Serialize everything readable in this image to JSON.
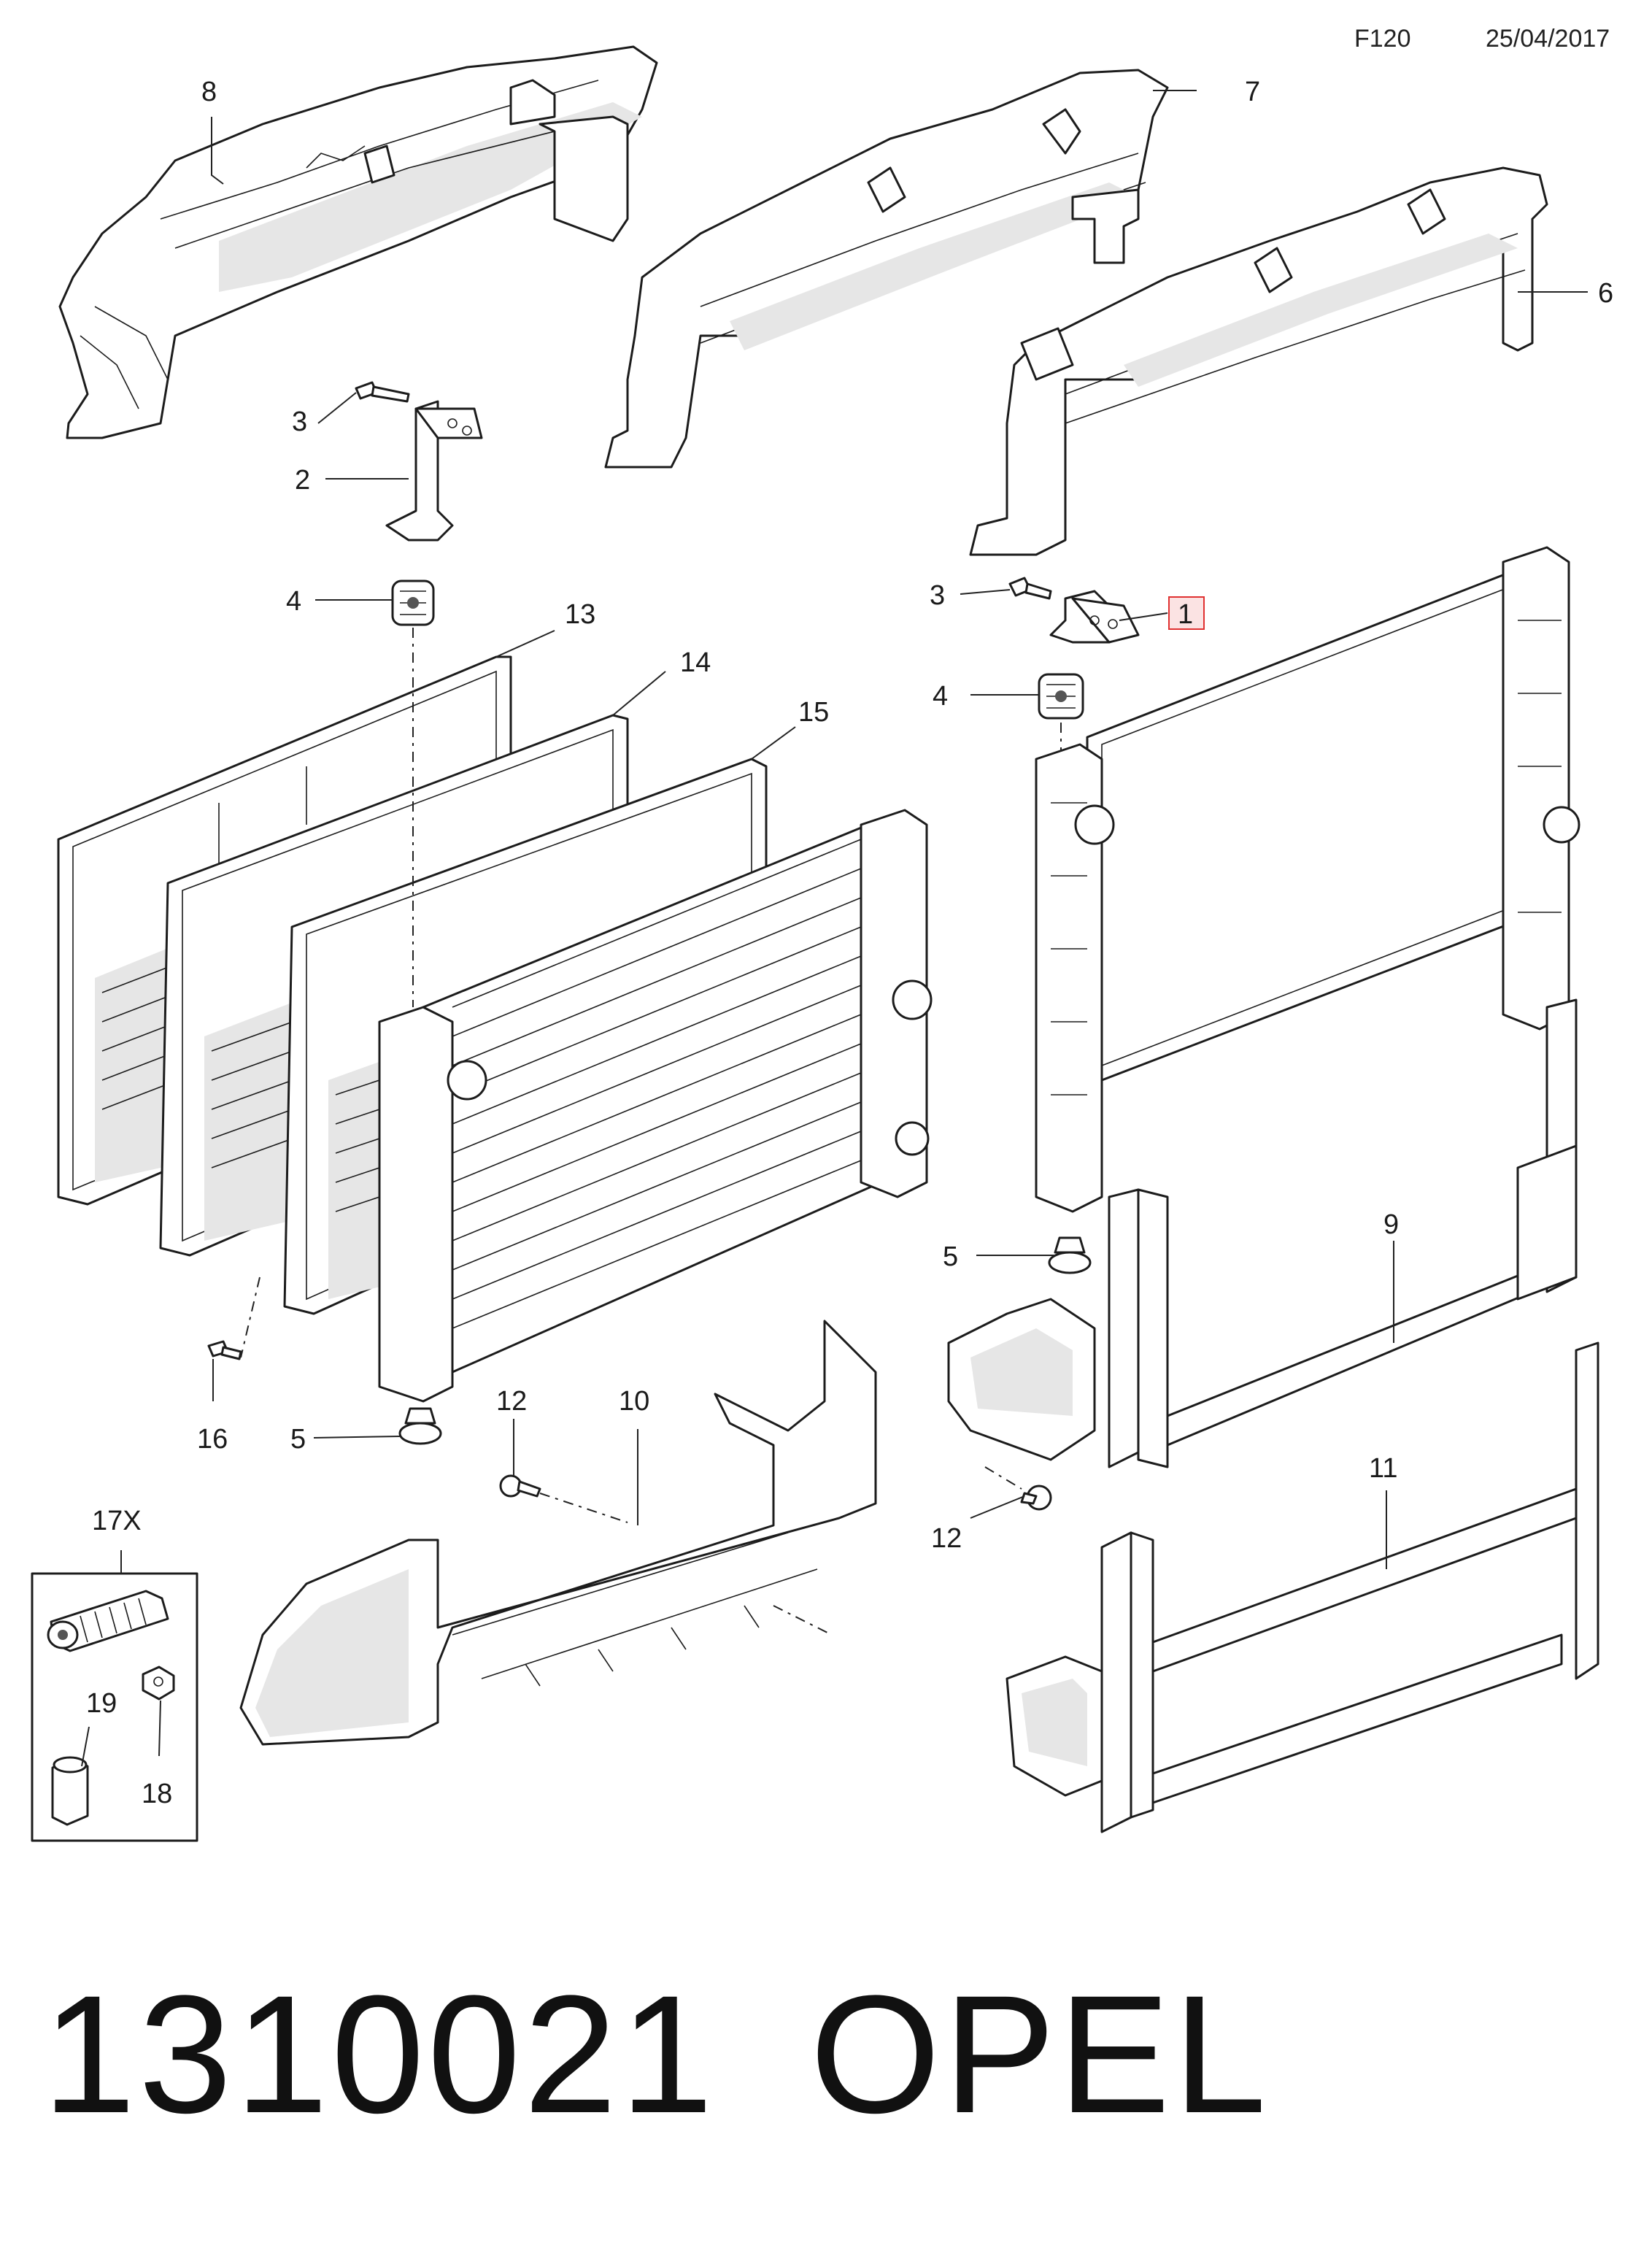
{
  "header": {
    "code": "F120",
    "date": "25/04/2017"
  },
  "callouts": {
    "c1": "1",
    "c2": "2",
    "c3a": "3",
    "c3b": "3",
    "c4a": "4",
    "c4b": "4",
    "c5a": "5",
    "c5b": "5",
    "c6": "6",
    "c7": "7",
    "c8": "8",
    "c9": "9",
    "c10": "10",
    "c11": "11",
    "c12a": "12",
    "c12b": "12",
    "c13": "13",
    "c14": "14",
    "c15": "15",
    "c16": "16",
    "c17": "17X",
    "c18": "18",
    "c19": "19"
  },
  "highlight_color": "#e03030",
  "footer": {
    "part_number": "1310021",
    "brand": "OPEL"
  }
}
